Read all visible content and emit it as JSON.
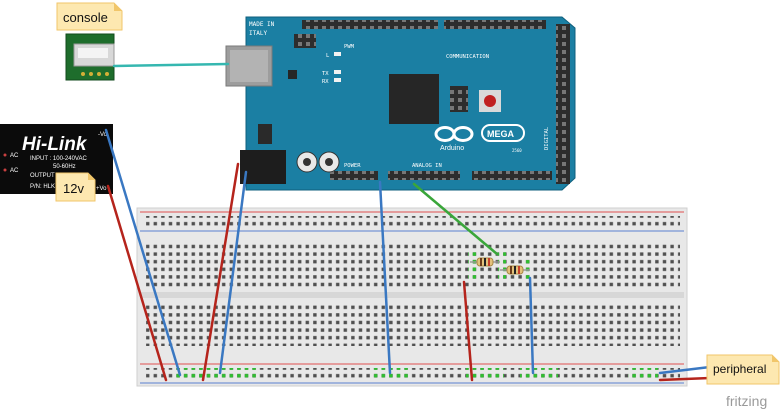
{
  "labels": {
    "console": "console",
    "voltage": "12v",
    "peripheral": "peripheral",
    "fritzing": "fritzing"
  },
  "hilink": {
    "brand": "Hi-Link",
    "ac1": "AC",
    "ac2": "AC",
    "input": "INPUT : 100-240VAC",
    "freq": "50-60Hz",
    "output": "OUTPUT",
    "pn": "P/N: HLK",
    "vo_minus": "-Vo",
    "vo_plus": "+Vo"
  },
  "arduino": {
    "made_in": "MADE IN",
    "italy": "ITALY",
    "pwm": "PWM",
    "l": "L",
    "tx": "TX",
    "rx": "RX",
    "communication": "COMMUNICATION",
    "power": "POWER",
    "analog_in": "ANALOG IN",
    "digital": "DIGITAL",
    "arduino_name": "Arduino",
    "mega": "MEGA",
    "model": "2560"
  },
  "colors": {
    "board": "#1b7fa3",
    "wire_red": "#b5241c",
    "wire_blue": "#3a78c2",
    "wire_green": "#3aa63a",
    "wire_cyan": "#35b7b0",
    "label_bg": "#fde8b0"
  }
}
